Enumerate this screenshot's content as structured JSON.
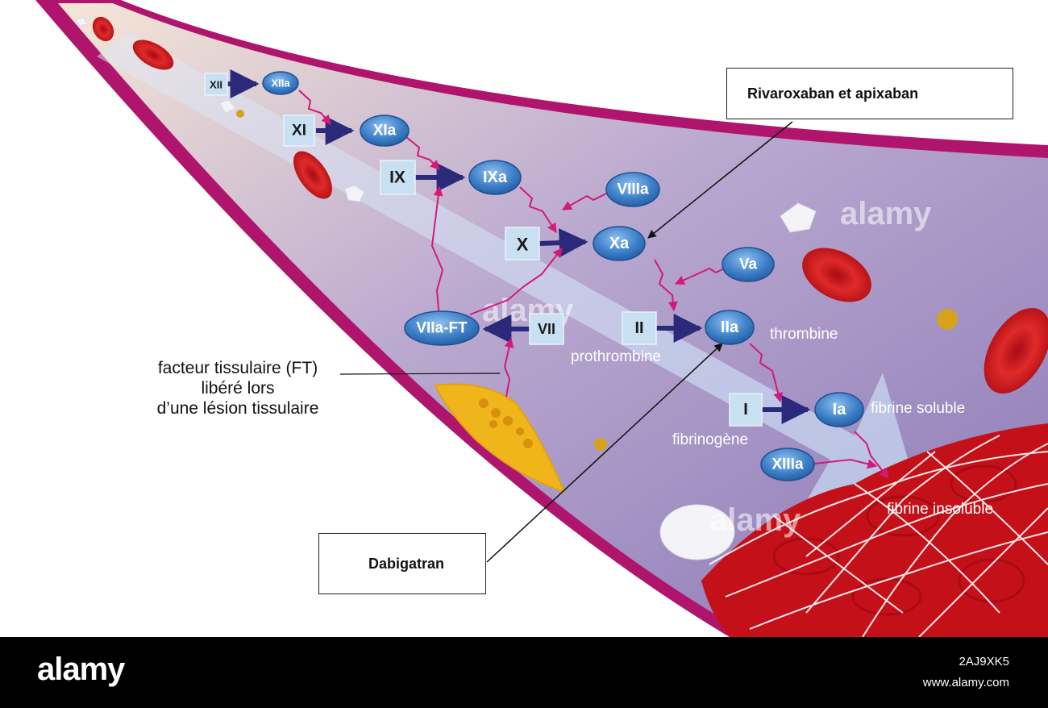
{
  "factors": {
    "xii": "XII",
    "xiia": "XIIa",
    "xi": "XI",
    "xia": "XIa",
    "ix": "IX",
    "ixa": "IXa",
    "viiia": "VIIIa",
    "x": "X",
    "xa": "Xa",
    "va": "Va",
    "ii": "II",
    "iia": "IIa",
    "viia_ft": "VIIa-FT",
    "vii": "VII",
    "i": "I",
    "ia": "Ia",
    "xiiia": "XIIIa"
  },
  "labels": {
    "thrombine": "thrombine",
    "prothrombine": "prothrombine",
    "fibrinogene": "fibrinogène",
    "fibrine_soluble": "fibrine soluble",
    "fibrine_insoluble": "fibrine insoluble"
  },
  "tissue_factor": [
    "facteur tissulaire (FT)",
    "libéré lors",
    "d’une lésion tissulaire"
  ],
  "callouts": {
    "rivaroxaban": "Rivaroxaban et apixaban",
    "dabigatran": "Dabigatran"
  },
  "watermark": "alamy",
  "footer": {
    "brand": "alamy",
    "image_id": "2AJ9XK5",
    "site": "www.alamy.com"
  },
  "colors": {
    "vessel_wall": "#b0156e",
    "oval": "#3d7fc7",
    "square": "#c9e0f2",
    "arrow": "#2b2a7a",
    "pink_arrow": "#d4197a",
    "footer": "#000000"
  }
}
